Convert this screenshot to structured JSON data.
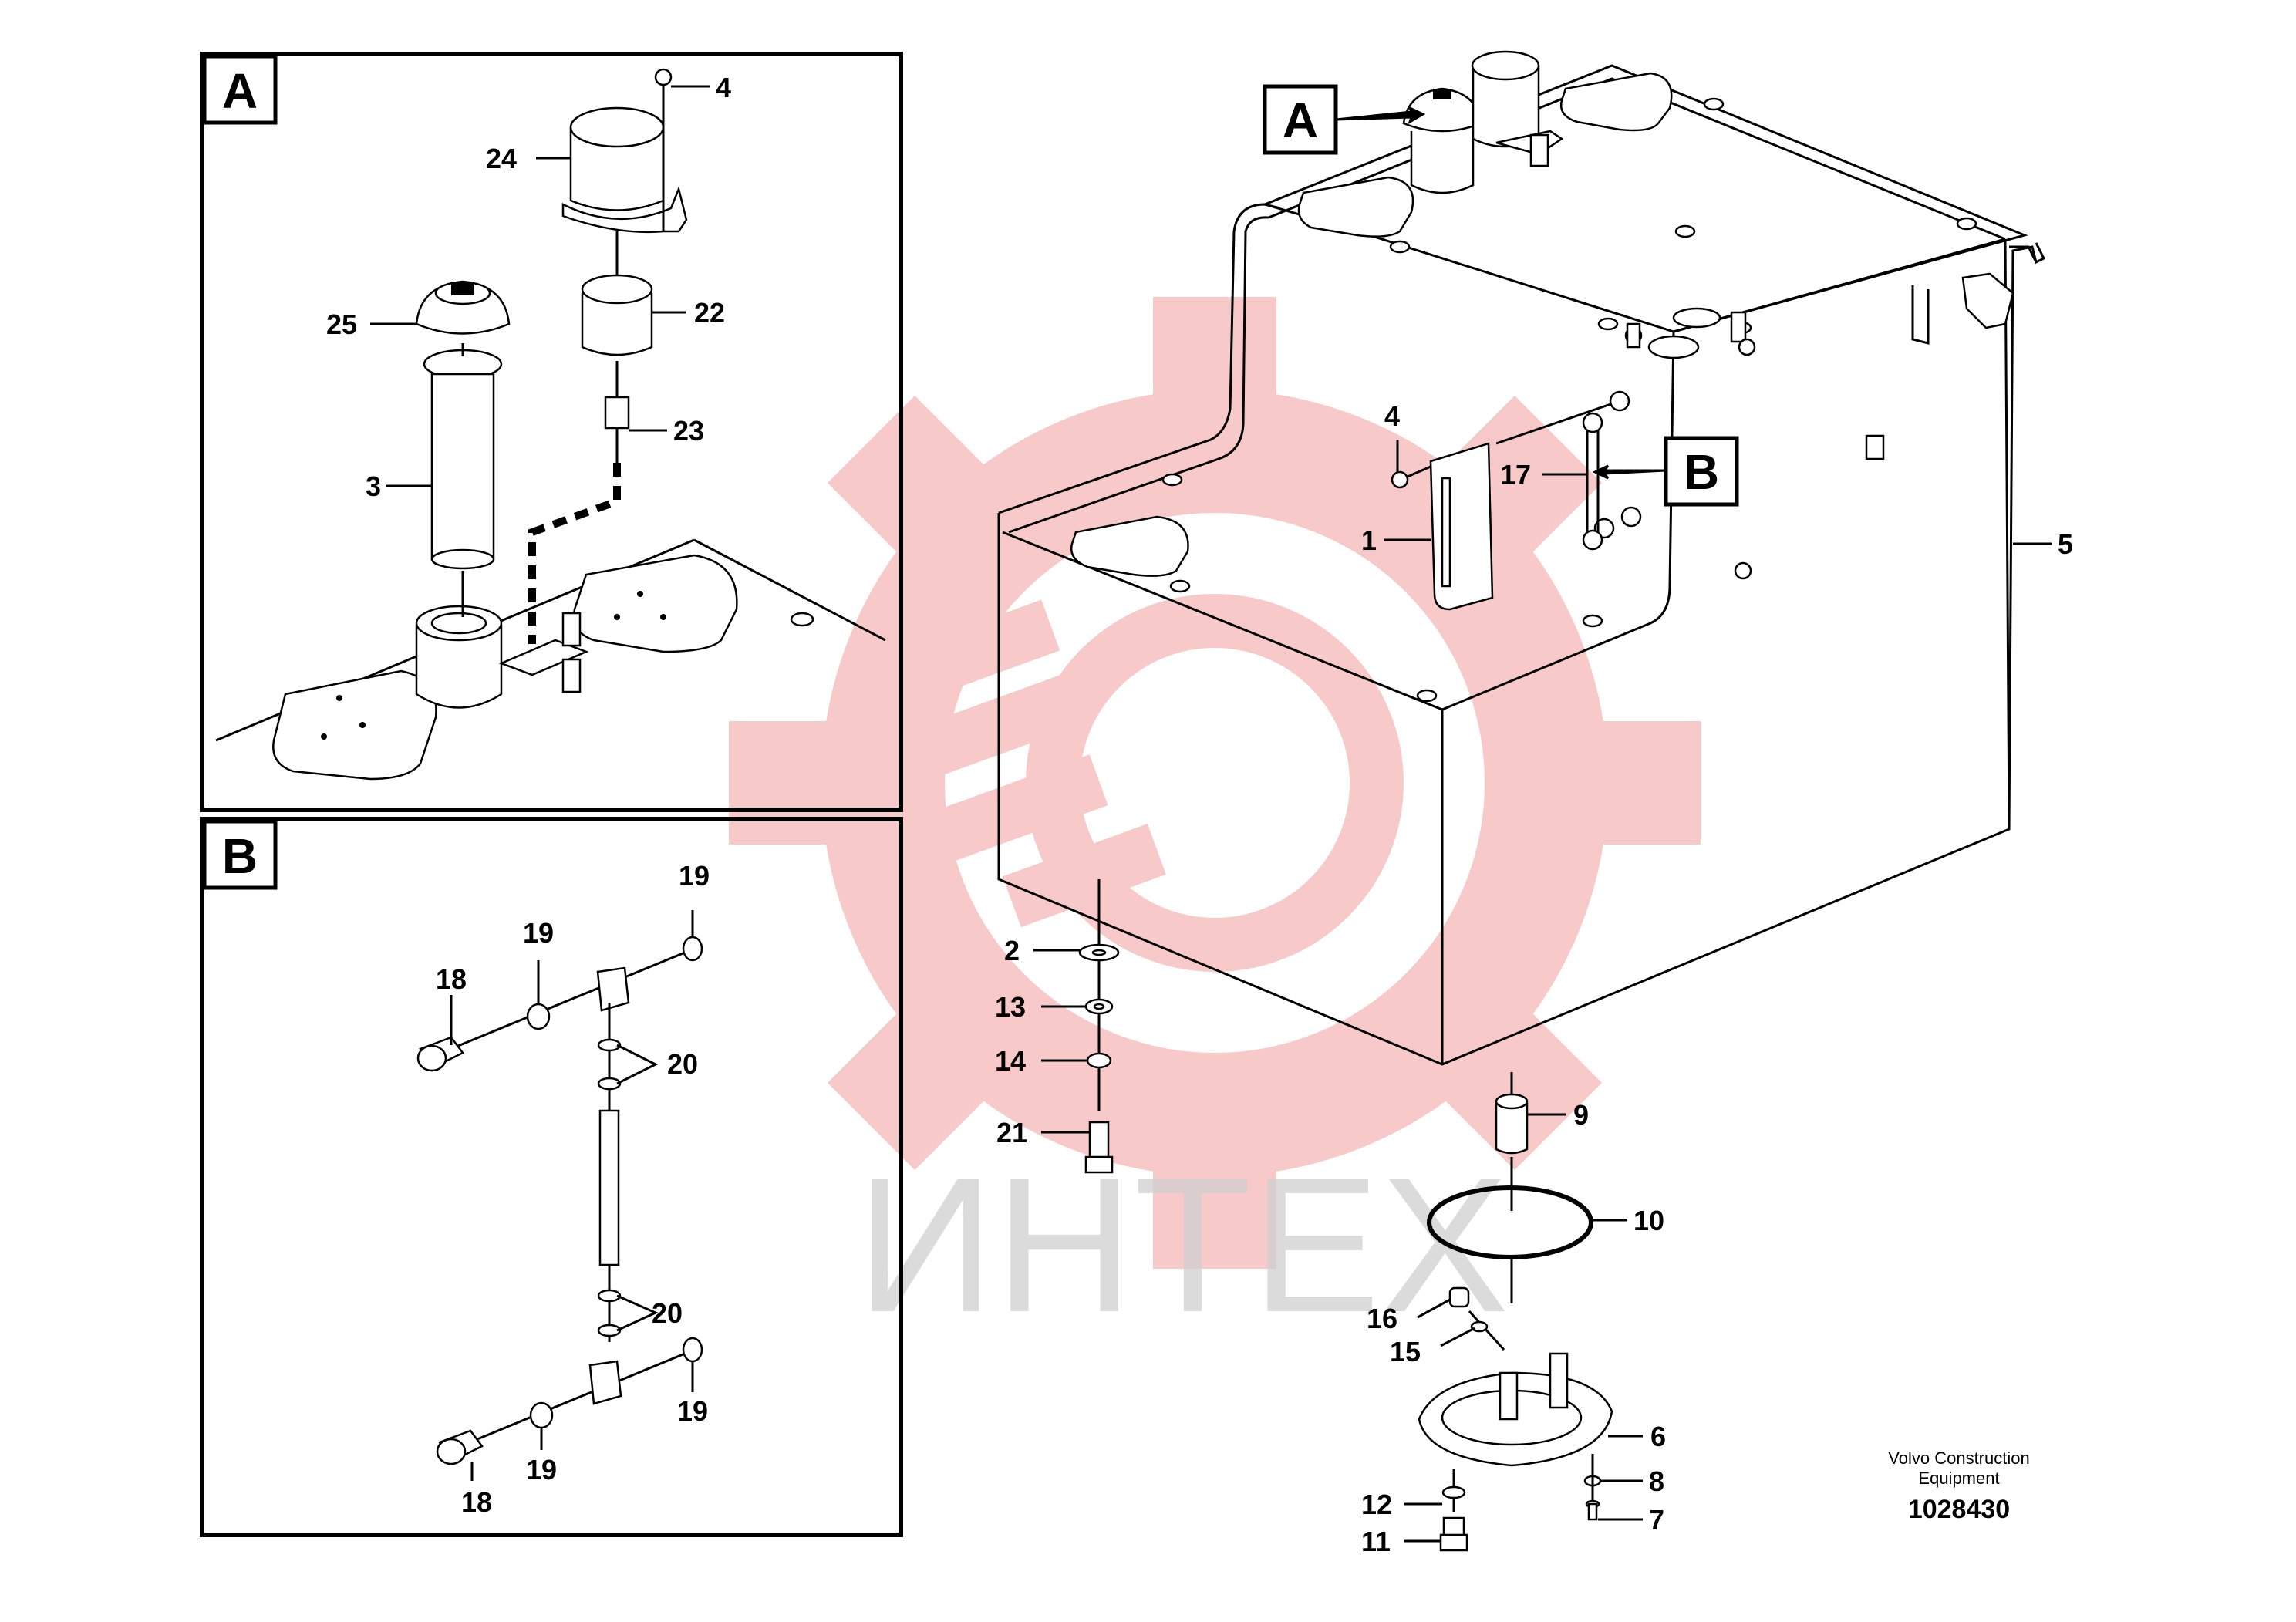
{
  "title": "",
  "detail_views": [
    {
      "key": "A",
      "label": "A"
    },
    {
      "key": "B",
      "label": "B"
    }
  ],
  "main_view_refs": [
    {
      "key": "A",
      "label": "A"
    },
    {
      "key": "B",
      "label": "B"
    }
  ],
  "callouts_detail_a": [
    "4",
    "24",
    "25",
    "22",
    "23",
    "3"
  ],
  "callouts_detail_b": [
    "19",
    "19",
    "18",
    "20",
    "20",
    "19",
    "18",
    "19"
  ],
  "callouts_main": [
    "4",
    "17",
    "1",
    "5",
    "2",
    "13",
    "14",
    "21",
    "9",
    "10",
    "16",
    "15",
    "6",
    "8",
    "12",
    "7",
    "11"
  ],
  "credit_line_1": "Volvo Construction",
  "credit_line_2": "Equipment",
  "document_number": "1028430",
  "watermark_text": "ИНТЕХ",
  "colors": {
    "line": "#000000",
    "watermark": "#f08a8a",
    "watermark_text": "#cfcfcf"
  }
}
